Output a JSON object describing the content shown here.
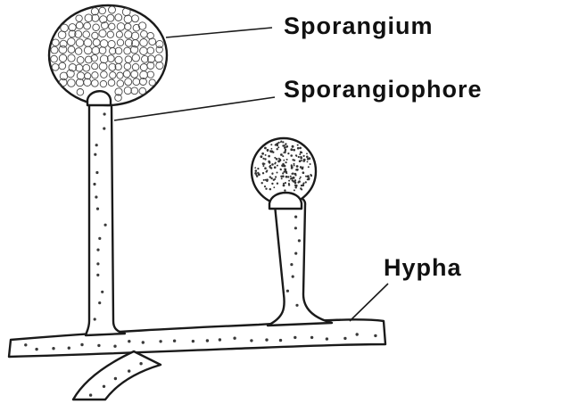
{
  "labels": {
    "sporangium": "Sporangium",
    "sporangiophore": "Sporangiophore",
    "hypha": "Hypha"
  }
}
